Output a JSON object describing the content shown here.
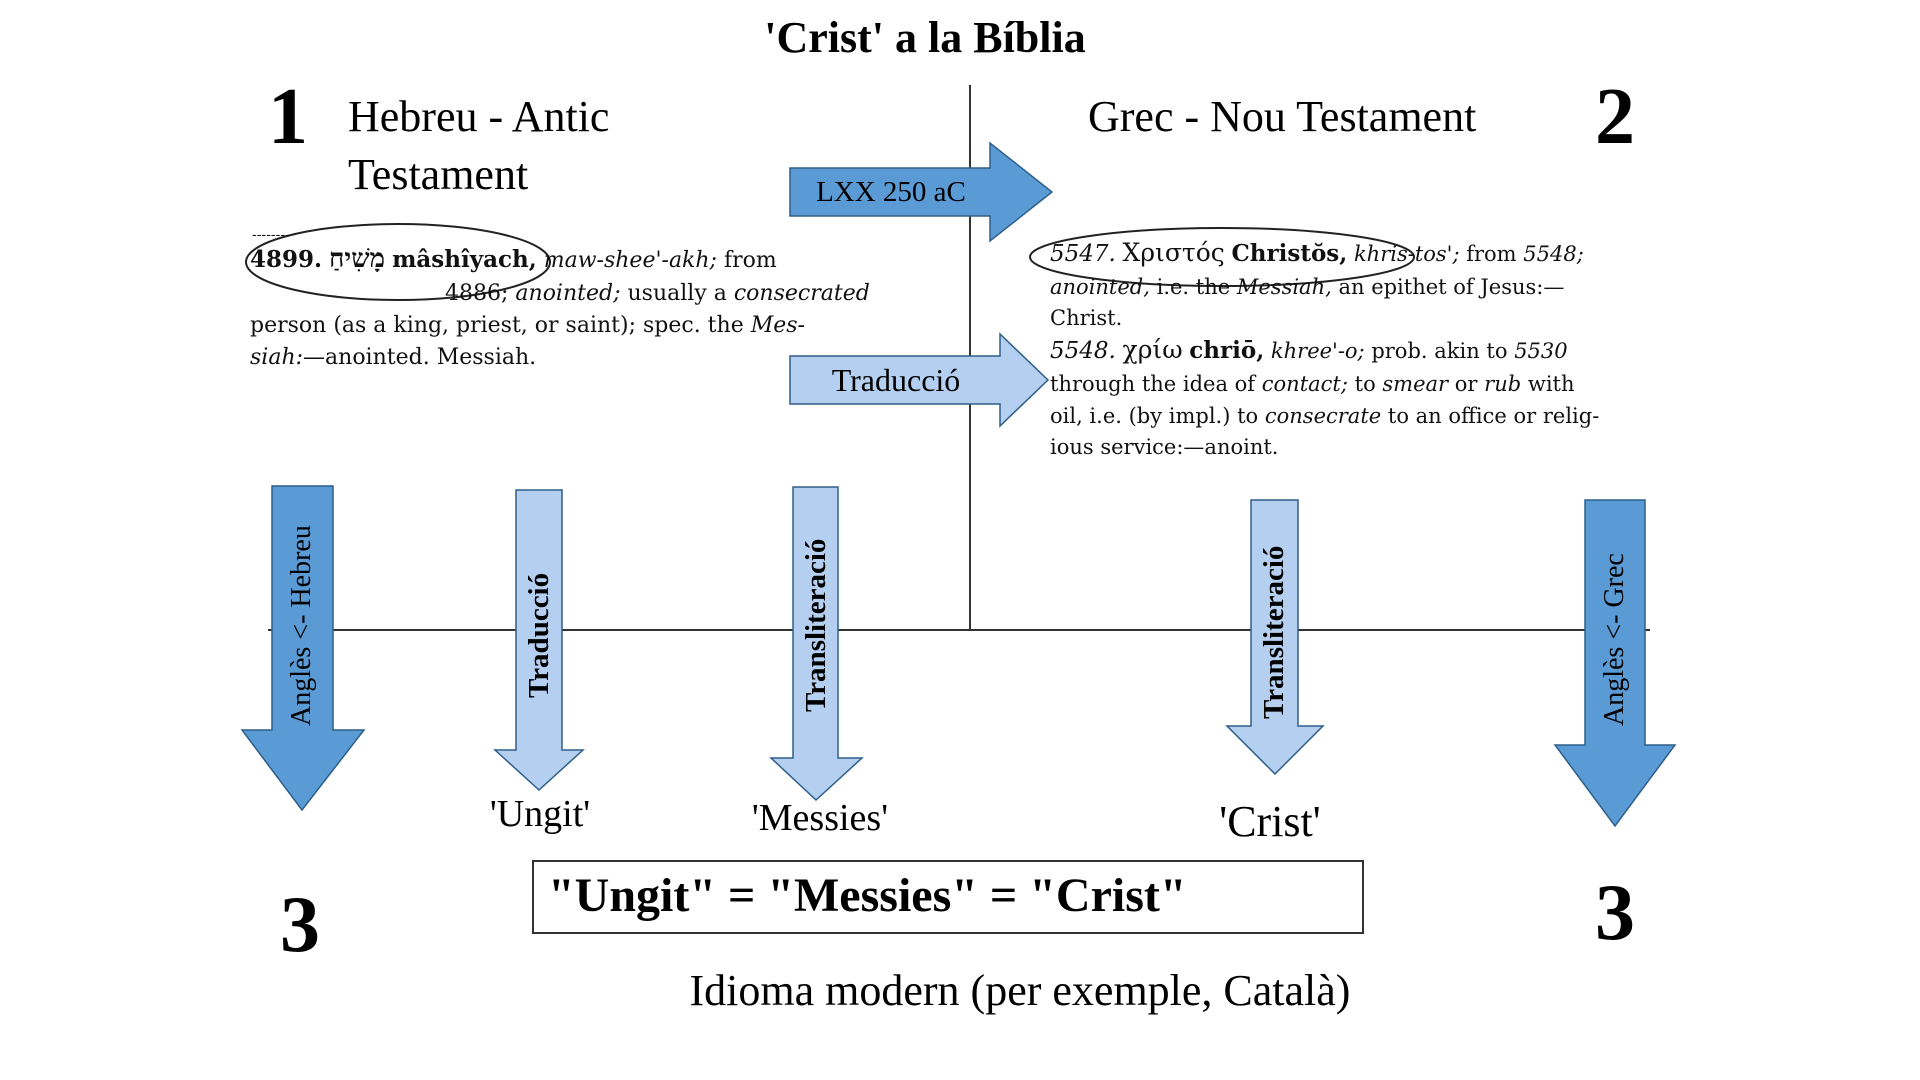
{
  "title": "'Crist' a la Bíblia",
  "left_section": {
    "number": "1",
    "label_line1": "Hebreu - Antic",
    "label_line2": "Testament"
  },
  "right_section": {
    "number": "2",
    "label": "Grec - Nou Testament"
  },
  "bottom_numbers": {
    "left": "3",
    "right": "3"
  },
  "horizontal_arrows": {
    "lxx": "LXX 250 aC",
    "translation": "Traducció"
  },
  "vertical_arrows": {
    "english_hebrew": "Anglès <- Hebreu",
    "translation": "Traducció",
    "transliteration_left": "Transliteració",
    "transliteration_right": "Transliteració",
    "english_greek": "Anglès <- Grec"
  },
  "results": {
    "ungit": "'Ungit'",
    "messies": "'Messies'",
    "crist": "'Crist'"
  },
  "equation": "\"Ungit\" = \"Messies\" = \"Crist\"",
  "footer": "Idioma modern (per exemple, Català)",
  "hebrew_entry": {
    "dashes": "--------",
    "line1_num": "4899.",
    "line1_hebrew": "מָשִׁיחַ",
    "line1_translit": "mâshîyach,",
    "line1_pron": "maw-shee'-akh;",
    "line1_from": "from",
    "line2_ref": "4886;",
    "line2_anointed": "anointed;",
    "line2_usually": "usually a",
    "line2_consecrated": "consecrated",
    "line3": "person (as a king, priest, or saint); spec. the",
    "line3_mes": "Mes-",
    "line4_siah": "siah:",
    "line4_rest": "—anointed. Messiah."
  },
  "greek_entry": {
    "e1_num": "5547.",
    "e1_greek": "Χριστός",
    "e1_translit": "Christŏs,",
    "e1_pron": "khris-tos';",
    "e1_from": "from",
    "e1_ref": "5548;",
    "e1_l2_anointed": "anointed,",
    "e1_l2_ie": "i.e. the",
    "e1_l2_messiah": "Messiah,",
    "e1_l2_rest": "an epithet of Jesus:—",
    "e1_l3": "Christ.",
    "e2_num": "5548.",
    "e2_greek": "χρίω",
    "e2_translit": "chriō,",
    "e2_pron": "khree'-o;",
    "e2_prob": "prob. akin to",
    "e2_ref": "5530",
    "e2_l2_a": "through the idea of",
    "e2_l2_contact": "contact;",
    "e2_l2_to": "to",
    "e2_l2_smear": "smear",
    "e2_l2_or": "or",
    "e2_l2_rub": "rub",
    "e2_l2_with": "with",
    "e2_l3_a": "oil, i.e. (by impl.) to",
    "e2_l3_consecrate": "consecrate",
    "e2_l3_rest": "to an office or relig-",
    "e2_l4": "ious service:—anoint."
  },
  "colors": {
    "dark_arrow": "#5b9bd5",
    "light_arrow": "#b4cff0",
    "arrow_stroke": "#2e5f8a",
    "line": "#333333"
  }
}
